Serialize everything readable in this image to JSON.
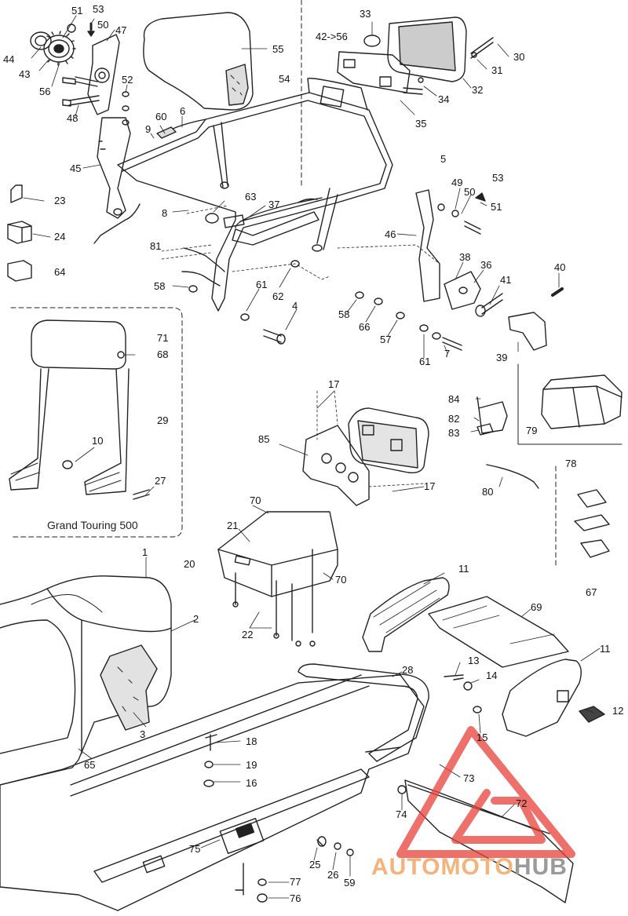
{
  "diagram": {
    "callouts": [
      {
        "id": "51",
        "text": "51"
      },
      {
        "id": "53a",
        "text": "53"
      },
      {
        "id": "50a",
        "text": "50"
      },
      {
        "id": "47",
        "text": "47"
      },
      {
        "id": "44",
        "text": "44"
      },
      {
        "id": "43",
        "text": "43"
      },
      {
        "id": "56",
        "text": "56"
      },
      {
        "id": "52",
        "text": "52"
      },
      {
        "id": "48",
        "text": "48"
      },
      {
        "id": "60",
        "text": "60"
      },
      {
        "id": "6",
        "text": "6"
      },
      {
        "id": "9",
        "text": "9"
      },
      {
        "id": "45",
        "text": "45"
      },
      {
        "id": "55",
        "text": "55"
      },
      {
        "id": "42to56",
        "text": "42->56"
      },
      {
        "id": "54",
        "text": "54"
      },
      {
        "id": "33",
        "text": "33"
      },
      {
        "id": "30",
        "text": "30"
      },
      {
        "id": "31",
        "text": "31"
      },
      {
        "id": "32",
        "text": "32"
      },
      {
        "id": "34",
        "text": "34"
      },
      {
        "id": "35",
        "text": "35"
      },
      {
        "id": "5",
        "text": "5"
      },
      {
        "id": "49",
        "text": "49"
      },
      {
        "id": "50b",
        "text": "50"
      },
      {
        "id": "53b",
        "text": "53"
      },
      {
        "id": "51b",
        "text": "51"
      },
      {
        "id": "23",
        "text": "23"
      },
      {
        "id": "24",
        "text": "24"
      },
      {
        "id": "64",
        "text": "64"
      },
      {
        "id": "8",
        "text": "8"
      },
      {
        "id": "63",
        "text": "63"
      },
      {
        "id": "37",
        "text": "37"
      },
      {
        "id": "46",
        "text": "46"
      },
      {
        "id": "81",
        "text": "81"
      },
      {
        "id": "38",
        "text": "38"
      },
      {
        "id": "36",
        "text": "36"
      },
      {
        "id": "40",
        "text": "40"
      },
      {
        "id": "41",
        "text": "41"
      },
      {
        "id": "58a",
        "text": "58"
      },
      {
        "id": "61a",
        "text": "61"
      },
      {
        "id": "62",
        "text": "62"
      },
      {
        "id": "4",
        "text": "4"
      },
      {
        "id": "58b",
        "text": "58"
      },
      {
        "id": "66",
        "text": "66"
      },
      {
        "id": "57",
        "text": "57"
      },
      {
        "id": "61b",
        "text": "61"
      },
      {
        "id": "7",
        "text": "7"
      },
      {
        "id": "39",
        "text": "39"
      },
      {
        "id": "71",
        "text": "71"
      },
      {
        "id": "68",
        "text": "68"
      },
      {
        "id": "29",
        "text": "29"
      },
      {
        "id": "10",
        "text": "10"
      },
      {
        "id": "27",
        "text": "27"
      },
      {
        "id": "17a",
        "text": "17"
      },
      {
        "id": "84",
        "text": "84"
      },
      {
        "id": "82",
        "text": "82"
      },
      {
        "id": "83",
        "text": "83"
      },
      {
        "id": "79",
        "text": "79"
      },
      {
        "id": "78",
        "text": "78"
      },
      {
        "id": "85",
        "text": "85"
      },
      {
        "id": "17b",
        "text": "17"
      },
      {
        "id": "80",
        "text": "80"
      },
      {
        "id": "70a",
        "text": "70"
      },
      {
        "id": "21",
        "text": "21"
      },
      {
        "id": "20",
        "text": "20"
      },
      {
        "id": "70b",
        "text": "70"
      },
      {
        "id": "1",
        "text": "1"
      },
      {
        "id": "67",
        "text": "67"
      },
      {
        "id": "11a",
        "text": "11"
      },
      {
        "id": "69",
        "text": "69"
      },
      {
        "id": "2",
        "text": "2"
      },
      {
        "id": "22",
        "text": "22"
      },
      {
        "id": "11b",
        "text": "11"
      },
      {
        "id": "28",
        "text": "28"
      },
      {
        "id": "13",
        "text": "13"
      },
      {
        "id": "14",
        "text": "14"
      },
      {
        "id": "3",
        "text": "3"
      },
      {
        "id": "12",
        "text": "12"
      },
      {
        "id": "15",
        "text": "15"
      },
      {
        "id": "18",
        "text": "18"
      },
      {
        "id": "65",
        "text": "65"
      },
      {
        "id": "19",
        "text": "19"
      },
      {
        "id": "16",
        "text": "16"
      },
      {
        "id": "73",
        "text": "73"
      },
      {
        "id": "72",
        "text": "72"
      },
      {
        "id": "74",
        "text": "74"
      },
      {
        "id": "75",
        "text": "75"
      },
      {
        "id": "25",
        "text": "25"
      },
      {
        "id": "26",
        "text": "26"
      },
      {
        "id": "59",
        "text": "59"
      },
      {
        "id": "77",
        "text": "77"
      },
      {
        "id": "76",
        "text": "76"
      }
    ],
    "variant_caption": "Grand Touring 500",
    "watermark": {
      "part1": "AUTOMOTO",
      "part2": "HUB",
      "color_accent": "#e8413a",
      "color_text1": "#f4b37a",
      "color_text2": "#9a9a9a"
    }
  }
}
